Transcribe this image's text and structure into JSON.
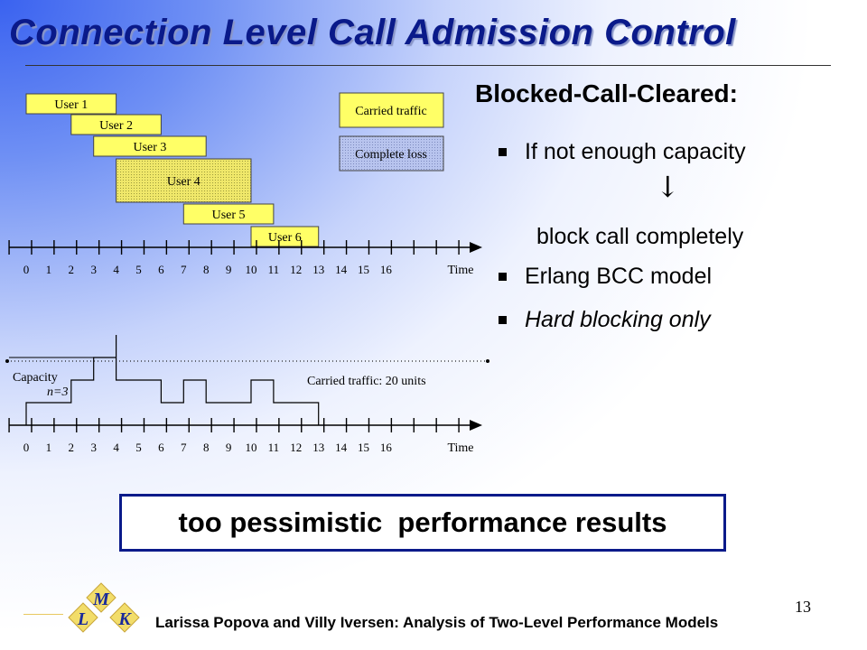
{
  "slide": {
    "title": "Connection Level Call Admission Control",
    "subtitle": "Blocked-Call-Cleared:",
    "bullets": [
      "If not enough capacity",
      "Erlang BCC model",
      "Hard blocking only"
    ],
    "arrow": "↓",
    "block_text": "block call completely",
    "result_box": "too pessimistic  performance results",
    "footer": "Larissa Popova and Villy Iversen: Analysis of Two-Level Performance Models",
    "page_number": "13",
    "logo_letters": [
      "L",
      "M",
      "K"
    ]
  },
  "diagram": {
    "legend": [
      {
        "label": "Carried traffic",
        "color": "#ffff66"
      },
      {
        "label": "Complete loss",
        "color": "#b8c4ee"
      }
    ],
    "users": [
      {
        "label": "User 1",
        "start": 0,
        "end": 4
      },
      {
        "label": "User 2",
        "start": 2,
        "end": 6
      },
      {
        "label": "User 3",
        "start": 3,
        "end": 8
      },
      {
        "label": "User 4",
        "start": 4,
        "end": 10
      },
      {
        "label": "User 5",
        "start": 7,
        "end": 11
      },
      {
        "label": "User 6",
        "start": 10,
        "end": 13
      }
    ],
    "ticks": [
      "0",
      "1",
      "2",
      "3",
      "4",
      "5",
      "6",
      "7",
      "8",
      "9",
      "10",
      "11",
      "12",
      "13",
      "14",
      "15",
      "16"
    ],
    "axis_label": "Time",
    "capacity_label": "Capacity",
    "capacity_n": "n=3",
    "carried_label": "Carried traffic: 20 units",
    "occupancy_steps": [
      {
        "t": 0,
        "n": 1
      },
      {
        "t": 2,
        "n": 2
      },
      {
        "t": 3,
        "n": 3
      },
      {
        "t": 4,
        "n": 3
      },
      {
        "t": 4,
        "n": 4
      },
      {
        "t": 4,
        "n": 3
      },
      {
        "t": 4,
        "n": 2
      },
      {
        "t": 6,
        "n": 1
      },
      {
        "t": 7,
        "n": 2
      },
      {
        "t": 8,
        "n": 1
      },
      {
        "t": 10,
        "n": 2
      },
      {
        "t": 11,
        "n": 1
      },
      {
        "t": 13,
        "n": 0
      }
    ],
    "capacity_value": 3
  }
}
